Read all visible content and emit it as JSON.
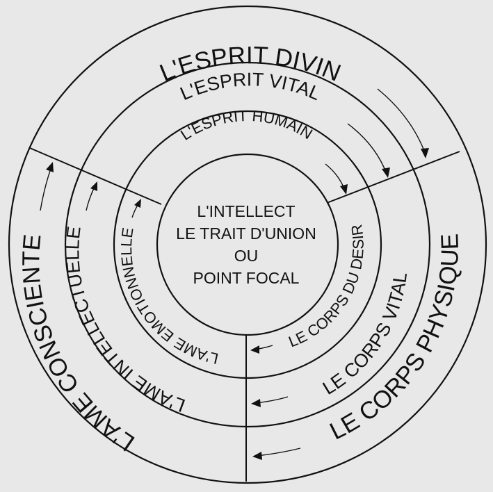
{
  "center": {
    "lines": [
      "L'INTELLECT",
      "LE TRAIT D'UNION",
      "OU",
      "POINT FOCAL"
    ]
  },
  "outer_ring": {
    "top": "L'ESPRIT DIVIN",
    "left": "L'AME CONSCIENTE",
    "right": "LE CORPS PHYSIQUE"
  },
  "middle_ring": {
    "top": "L'ESPRIT VITAL",
    "left": "L'AME INTELLECTUELLE",
    "right": "LE CORPS VITAL"
  },
  "inner_ring": {
    "top": "L'ESPRIT HUMAIN",
    "left": "L'AME EMOTIONNELLE",
    "right": "LE CORPS DU DESIR"
  },
  "colors": {
    "background": "#e8e8e8",
    "ink": "#111111"
  }
}
